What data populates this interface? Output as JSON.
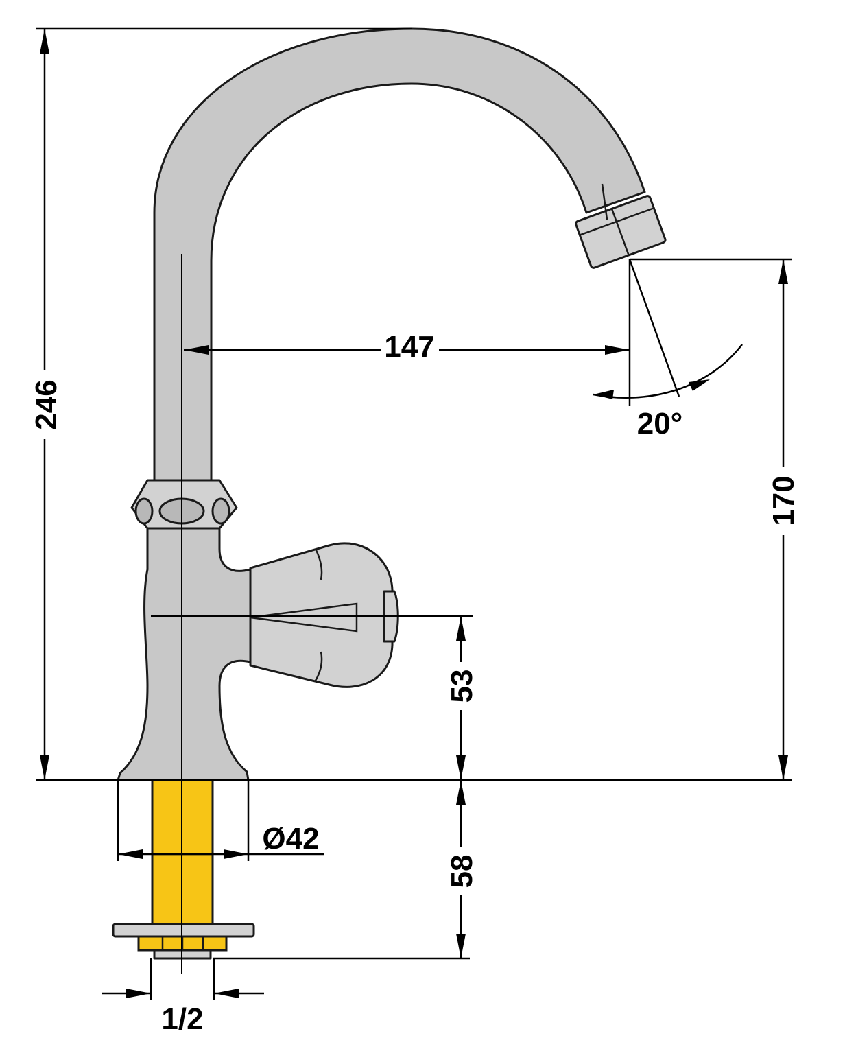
{
  "dimensions": {
    "total_height": "246",
    "spout_reach": "147",
    "spout_height": "170",
    "handle_height": "53",
    "thread_length": "58",
    "base_diameter": "Ø42",
    "thread_size": "1/2",
    "spout_angle": "20°"
  },
  "colors": {
    "body": "#c8c8c8",
    "thread": "#f7c516",
    "outline": "#1a1a1a",
    "background": "#ffffff"
  }
}
